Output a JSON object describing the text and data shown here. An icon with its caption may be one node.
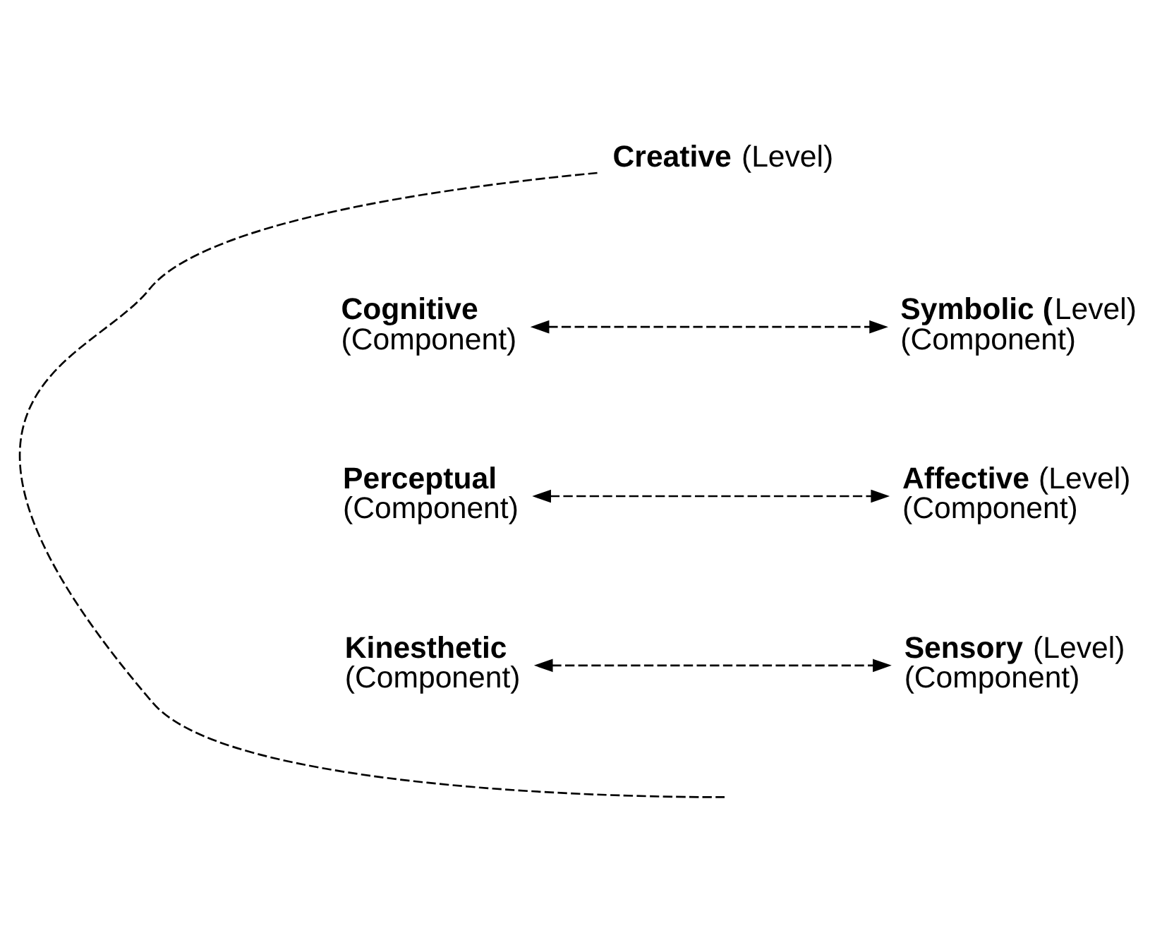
{
  "diagram": {
    "nodes": [
      {
        "text": [
          "**Creative** (Level)"
        ]
      },
      {
        "text": [
          "Cognitive",
          "(Component)"
        ]
      },
      {
        "text": [
          "**Symbolic (**Level)",
          "(Component)"
        ]
      },
      {
        "text": [
          "Perceptual",
          "(Component)"
        ]
      },
      {
        "text": [
          "**Affective** (Level)",
          "(Component)"
        ]
      },
      {
        "text": [
          "Kinesthetic",
          "(Component)"
        ]
      },
      {
        "text": [
          "**Sensory** (Level)",
          "(Component)"
        ]
      }
    ],
    "edges": [
      {
        "from": 0,
        "to": null,
        "arrow": "none",
        "style": "dashed"
      },
      {
        "from": 1,
        "to": 2,
        "arrow": "both",
        "style": "dashed"
      },
      {
        "from": 3,
        "to": 4,
        "arrow": "both",
        "style": "dashed"
      },
      {
        "from": 5,
        "to": 6,
        "arrow": "both",
        "style": "dashed"
      }
    ]
  }
}
